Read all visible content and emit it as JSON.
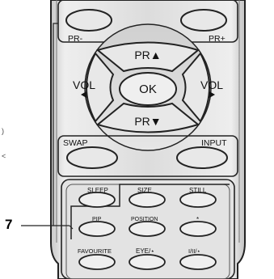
{
  "callout": "7",
  "margin_fragment": [
    ")",
    "<"
  ],
  "buttons": {
    "pr_minus": "PR-",
    "pr_plus": "PR+",
    "pr_up": "PR▲",
    "pr_down": "PR▼",
    "vol_left": "VOL",
    "vol_right": "VOL",
    "ok": "OK",
    "swap": "SWAP",
    "input": "INPUT",
    "sleep": "SLEEP",
    "size": "SIZE",
    "still": "STILL",
    "pip": "PIP",
    "position": "POSITION",
    "star": "*",
    "favourite": "FAVOURITE",
    "eye": "EYE/⋆",
    "i_ii": "I/II/⋆"
  }
}
